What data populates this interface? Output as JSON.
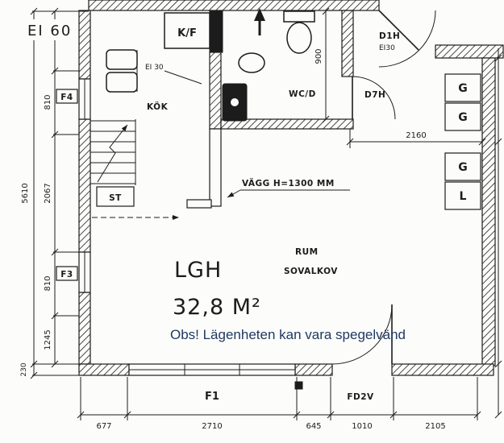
{
  "plan": {
    "fire_rating_wall": "EI 60",
    "fire_rating_inner": "EI 30",
    "kitchen": "KÖK",
    "fridge": "K/F",
    "bathroom": "WC/D",
    "closet": "ST",
    "low_wall_note": "VÄGG H=1300 MM",
    "apartment_label": "LGH",
    "apartment_area": "32,8 M²",
    "room": "RUM",
    "alcove": "SOVALKOV",
    "mirror_note": "Obs! Lägenheten kan vara spegelvänd"
  },
  "doors": {
    "entrance": "D1H",
    "entrance_rating": "EI30",
    "inner": "D7H",
    "balcony": "FD2V"
  },
  "windows": {
    "f4": "F4",
    "f3": "F3",
    "f1": "F1"
  },
  "wardrobes": [
    "G",
    "G",
    "G",
    "L"
  ],
  "dims": {
    "left_total": "5610",
    "left_offset": "230",
    "left_segments": [
      "810",
      "2067",
      "810",
      "1245"
    ],
    "wc_depth": "900",
    "hall_width": "2160",
    "bottom": [
      "677",
      "2710",
      "645",
      "1010",
      "2105"
    ]
  },
  "colors": {
    "ink": "#1c1c1c",
    "note_blue": "#1f3a63",
    "paper": "#fcfcfa"
  }
}
